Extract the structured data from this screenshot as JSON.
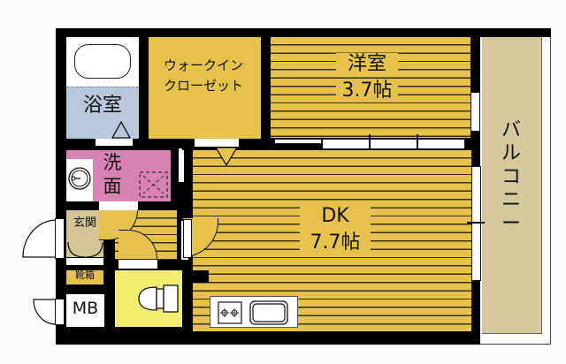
{
  "floor_plan": {
    "rooms": {
      "western_room": {
        "name": "洋室",
        "size": "3.7帖"
      },
      "dk": {
        "name": "DK",
        "size": "7.7帖"
      },
      "walk_in_closet": {
        "line1": "ウォークイン",
        "line2": "クローゼット"
      },
      "bathroom": {
        "name": "浴室"
      },
      "washroom": {
        "line1": "洗",
        "line2": "面"
      },
      "entrance": {
        "name": "玄関"
      },
      "shoe_box": {
        "name": "靴箱"
      },
      "meter_box": {
        "name": "MB"
      },
      "balcony": {
        "name": "バルコニー"
      }
    },
    "colors": {
      "wall": "#000000",
      "wood_floor": "#e6c24c",
      "bathroom": "#b7c8dc",
      "washroom": "#d982b4",
      "entrance": "#d4c596",
      "toilet": "#f3ee70",
      "balcony": "#d5c89c"
    }
  }
}
